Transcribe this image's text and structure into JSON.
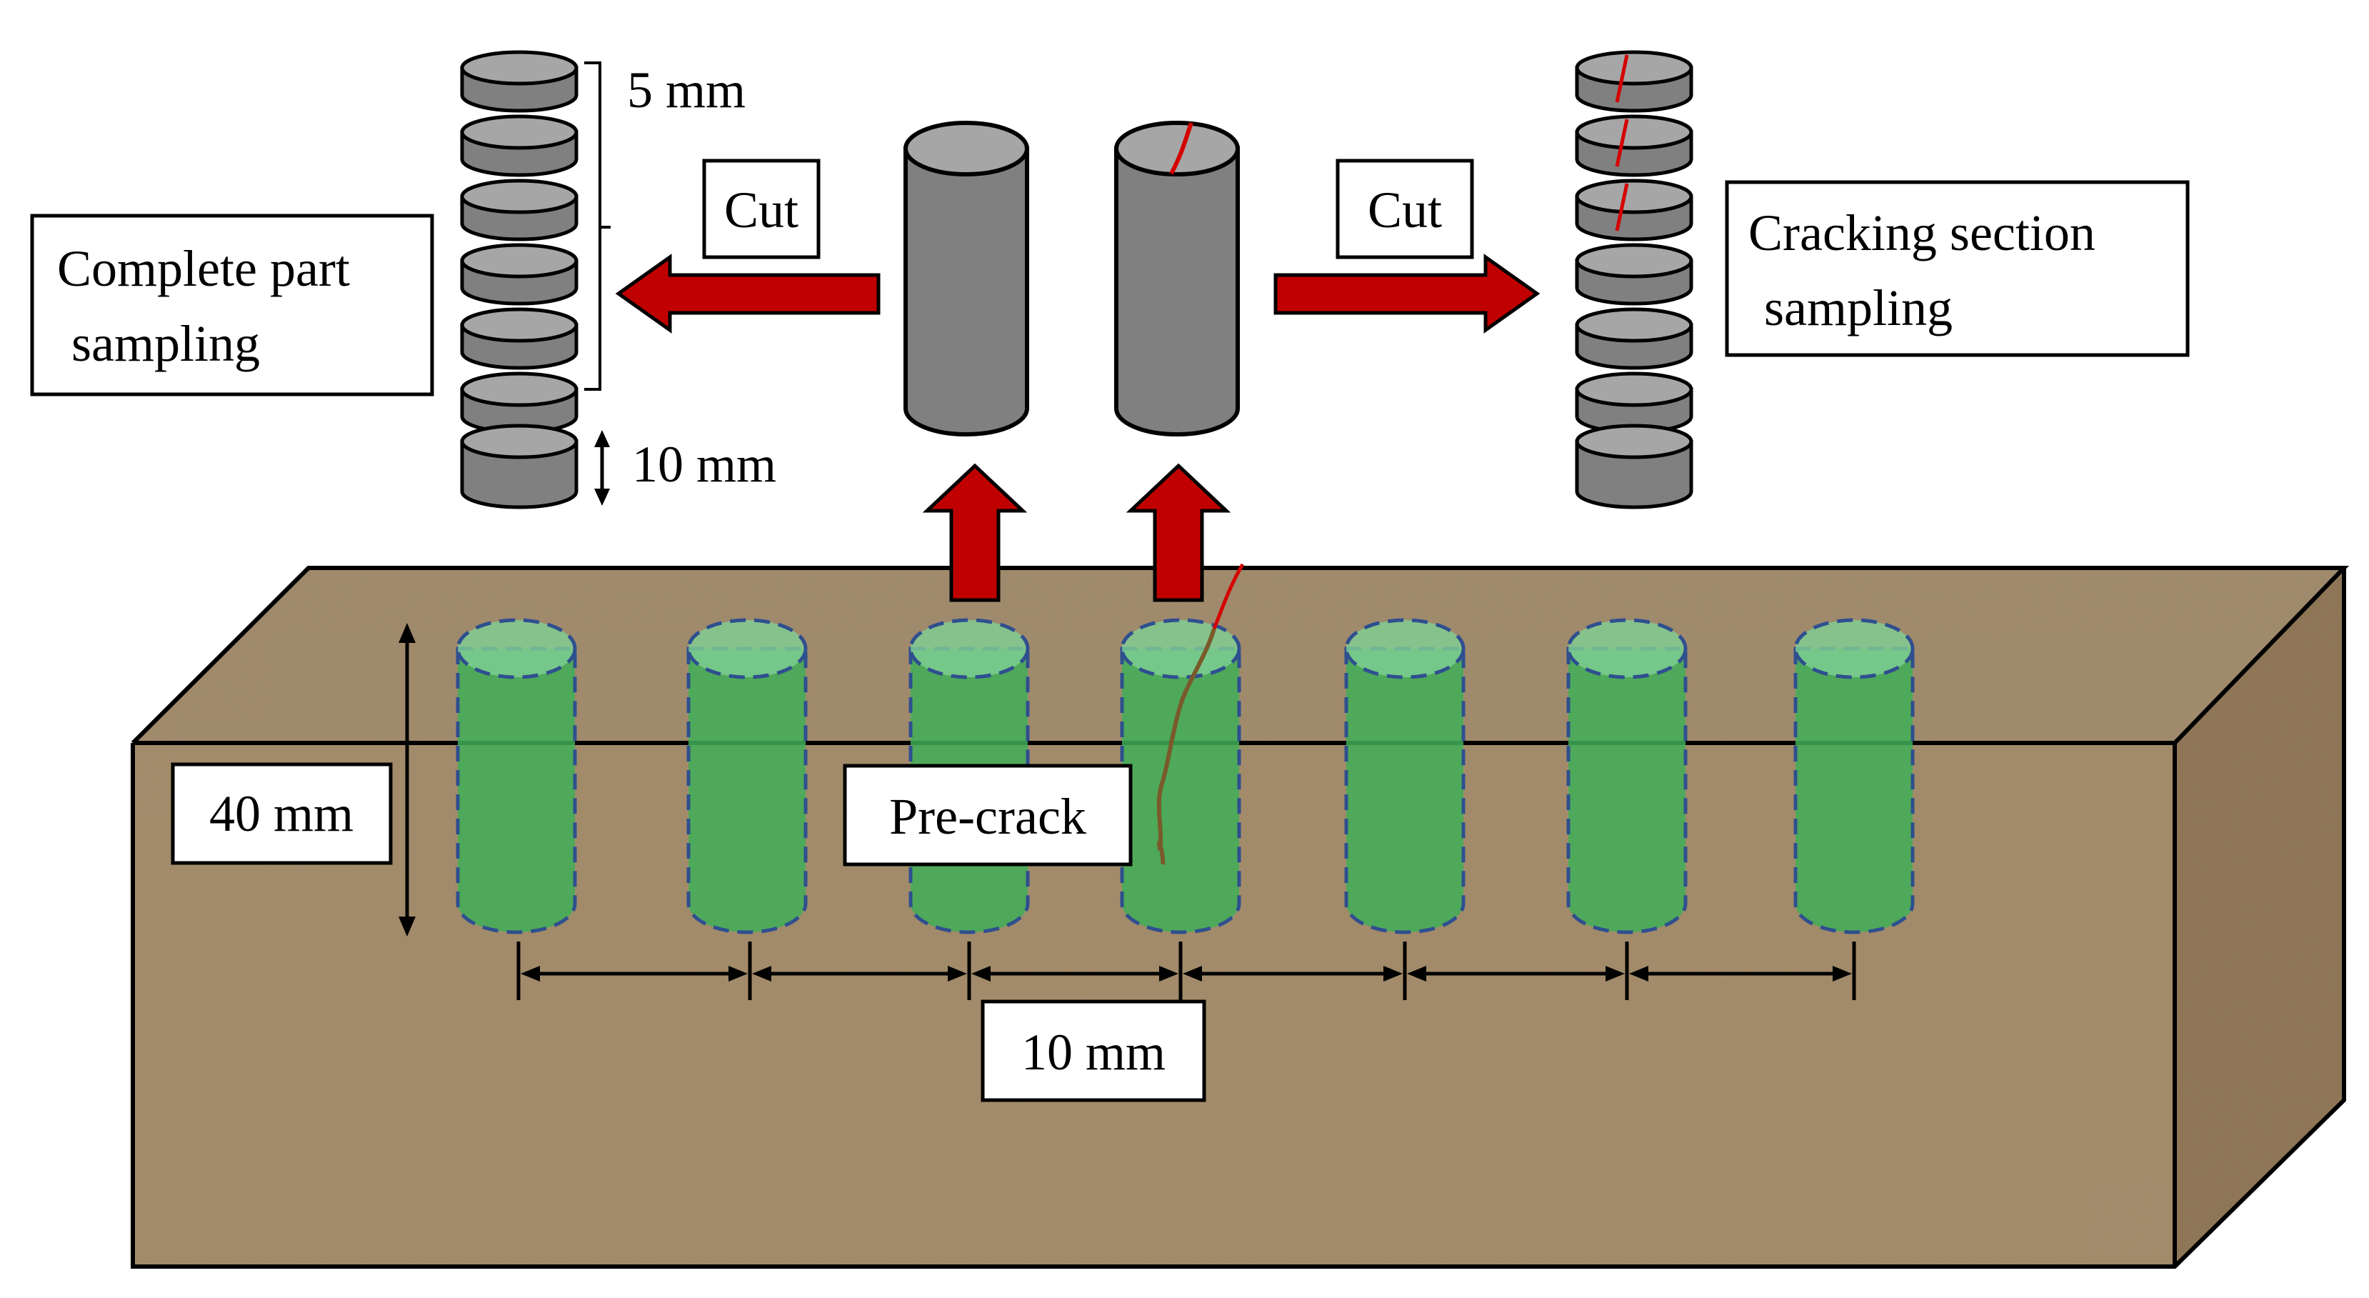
{
  "labels": {
    "complete_part_line1": "Complete part",
    "complete_part_line2": "sampling",
    "cracking_section_line1": "Cracking section",
    "cracking_section_line2": "sampling",
    "cut_left": "Cut",
    "cut_right": "Cut",
    "disc_spacing": "5 mm",
    "disc_height": "10 mm",
    "core_depth": "40 mm",
    "core_spacing": "10 mm",
    "pre_crack": "Pre-crack"
  },
  "colors": {
    "block_top": "#a08a6c",
    "block_front": "#a38b6a",
    "block_side": "#8c7354",
    "core_fill": "#3fae57",
    "core_dash": "#2f4f8f",
    "sample_grey": "#808080",
    "arrow_red": "#c00000",
    "crack_red": "#d40000",
    "crack_brown": "#7a5a2a"
  },
  "icons": {
    "arrow": "block-arrow",
    "dimension": "double-headed-arrow"
  }
}
